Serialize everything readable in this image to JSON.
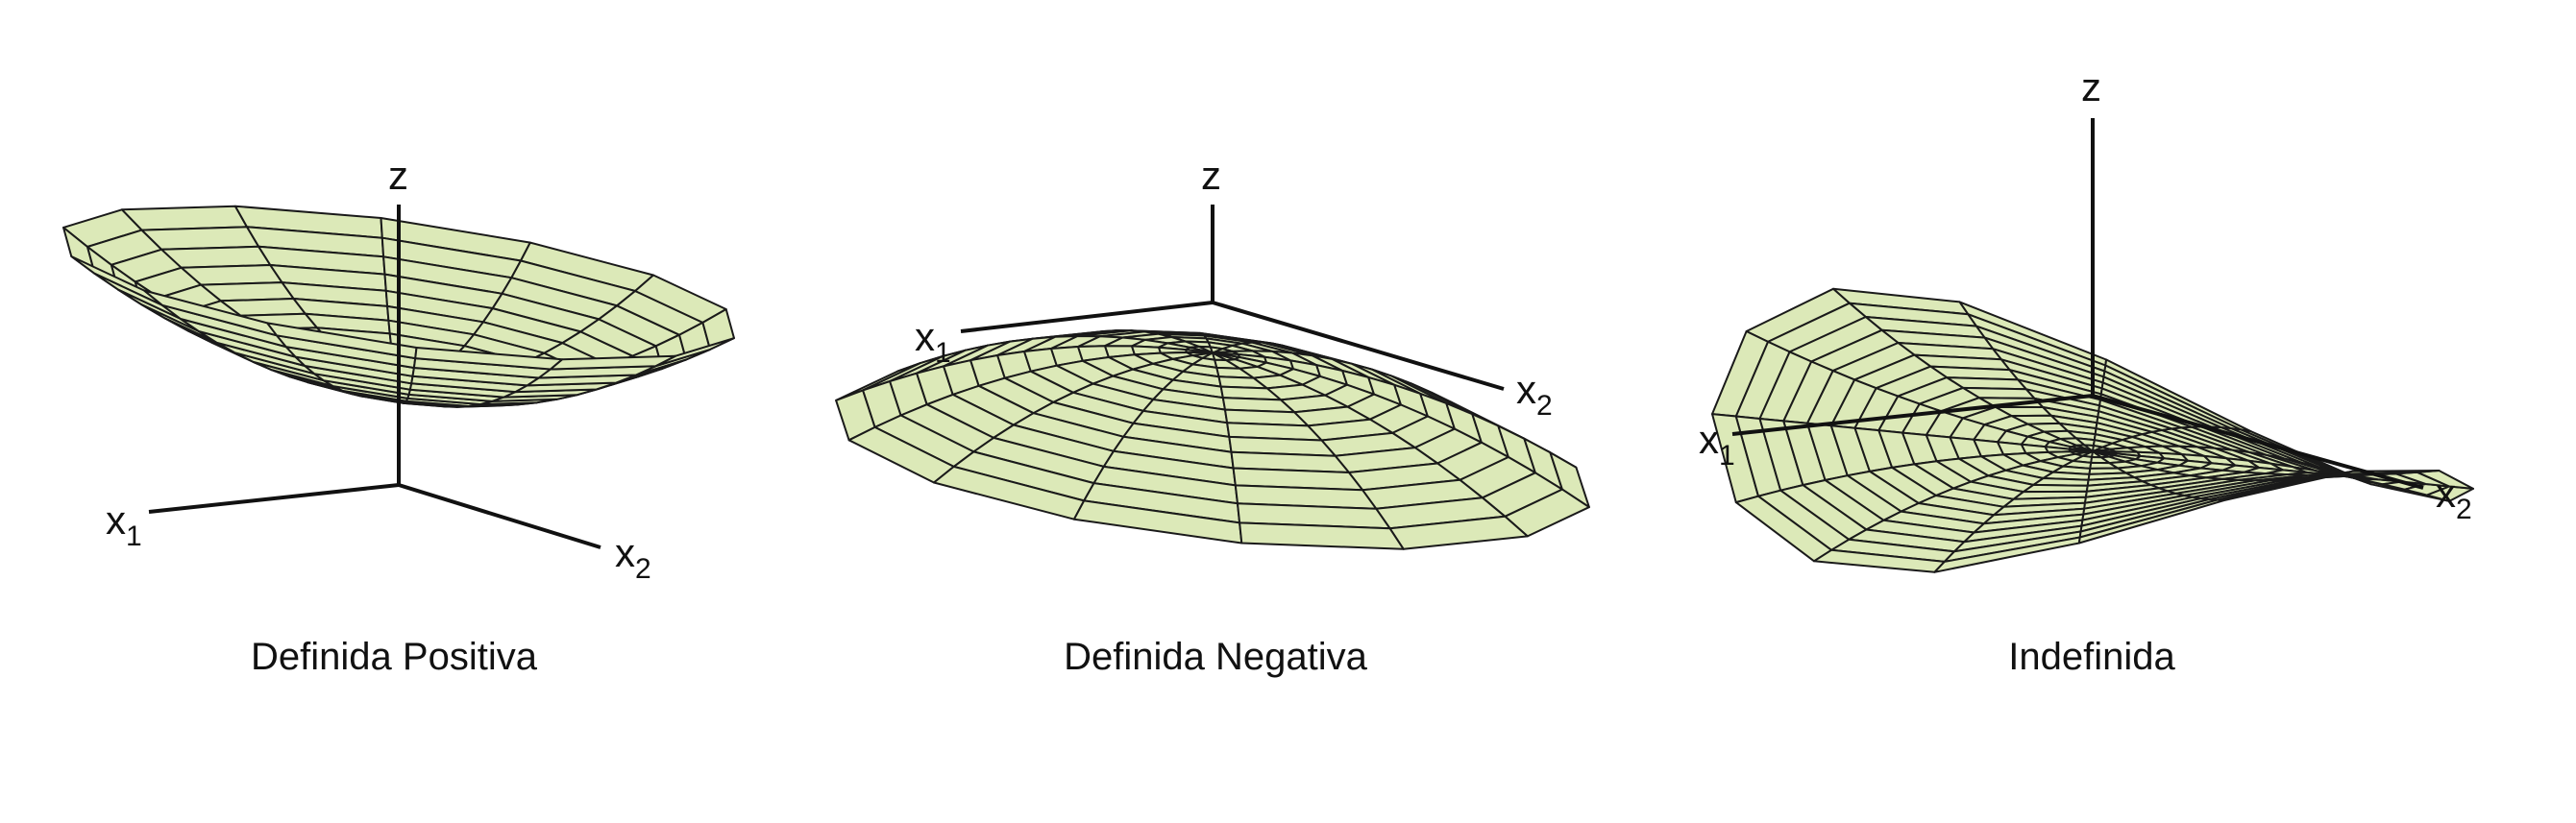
{
  "surfaces": [
    {
      "id": "positive",
      "kind": "bowl",
      "caption": "Definida Positiva",
      "axis_labels": {
        "z": "z",
        "x1": "x",
        "x1_sub": "1",
        "x2": "x",
        "x2_sub": "2"
      }
    },
    {
      "id": "negative",
      "kind": "dome",
      "caption": "Definida Negativa",
      "axis_labels": {
        "z": "z",
        "x1": "x",
        "x1_sub": "1",
        "x2": "x",
        "x2_sub": "2"
      }
    },
    {
      "id": "indefinite",
      "kind": "saddle",
      "caption": "Indefinida",
      "axis_labels": {
        "z": "z",
        "x1": "x",
        "x1_sub": "1",
        "x2": "x",
        "x2_sub": "2"
      }
    }
  ],
  "colors": {
    "surface_fill": "#dce9b8",
    "mesh_line": "#1a1a1a",
    "axis_line": "#111111",
    "background": "#ffffff"
  }
}
